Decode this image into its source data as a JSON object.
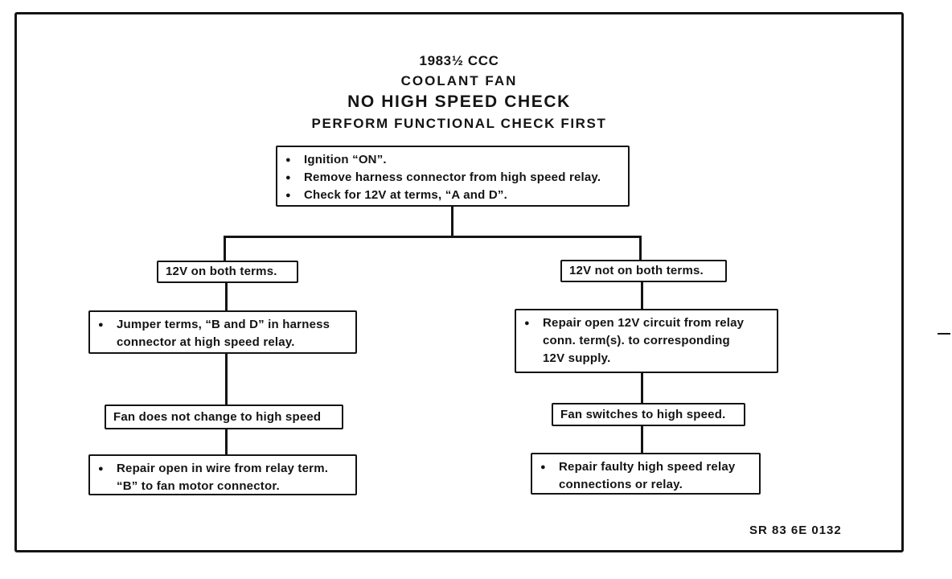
{
  "colors": {
    "ink": "#141414",
    "paper": "#ffffff"
  },
  "glyphs": {
    "bullet": "●"
  },
  "page": {
    "title_lines": [
      "1983½ CCC",
      "COOLANT FAN",
      "NO HIGH SPEED CHECK",
      "PERFORM FUNCTIONAL CHECK FIRST"
    ],
    "footer_code": "SR 83 6E 0132"
  },
  "flowchart": {
    "start": {
      "items": [
        "Ignition “ON”.",
        "Remove harness connector from high speed relay.",
        "Check for 12V at terms, “A and D”."
      ]
    },
    "left_branch": {
      "condition": "12V on both terms.",
      "action1_lines": [
        "Jumper terms, “B and D” in harness",
        "connector at high speed relay."
      ],
      "result": "Fan does not change to high speed",
      "action2_lines": [
        "Repair open in wire from relay term.",
        "“B” to fan motor connector."
      ]
    },
    "right_branch": {
      "condition": "12V not on both terms.",
      "action1_lines": [
        "Repair open 12V circuit from relay",
        "conn. term(s). to corresponding",
        "12V supply."
      ],
      "result": "Fan switches to high speed.",
      "action2_lines": [
        "Repair faulty high speed relay",
        "connections or relay."
      ]
    }
  }
}
